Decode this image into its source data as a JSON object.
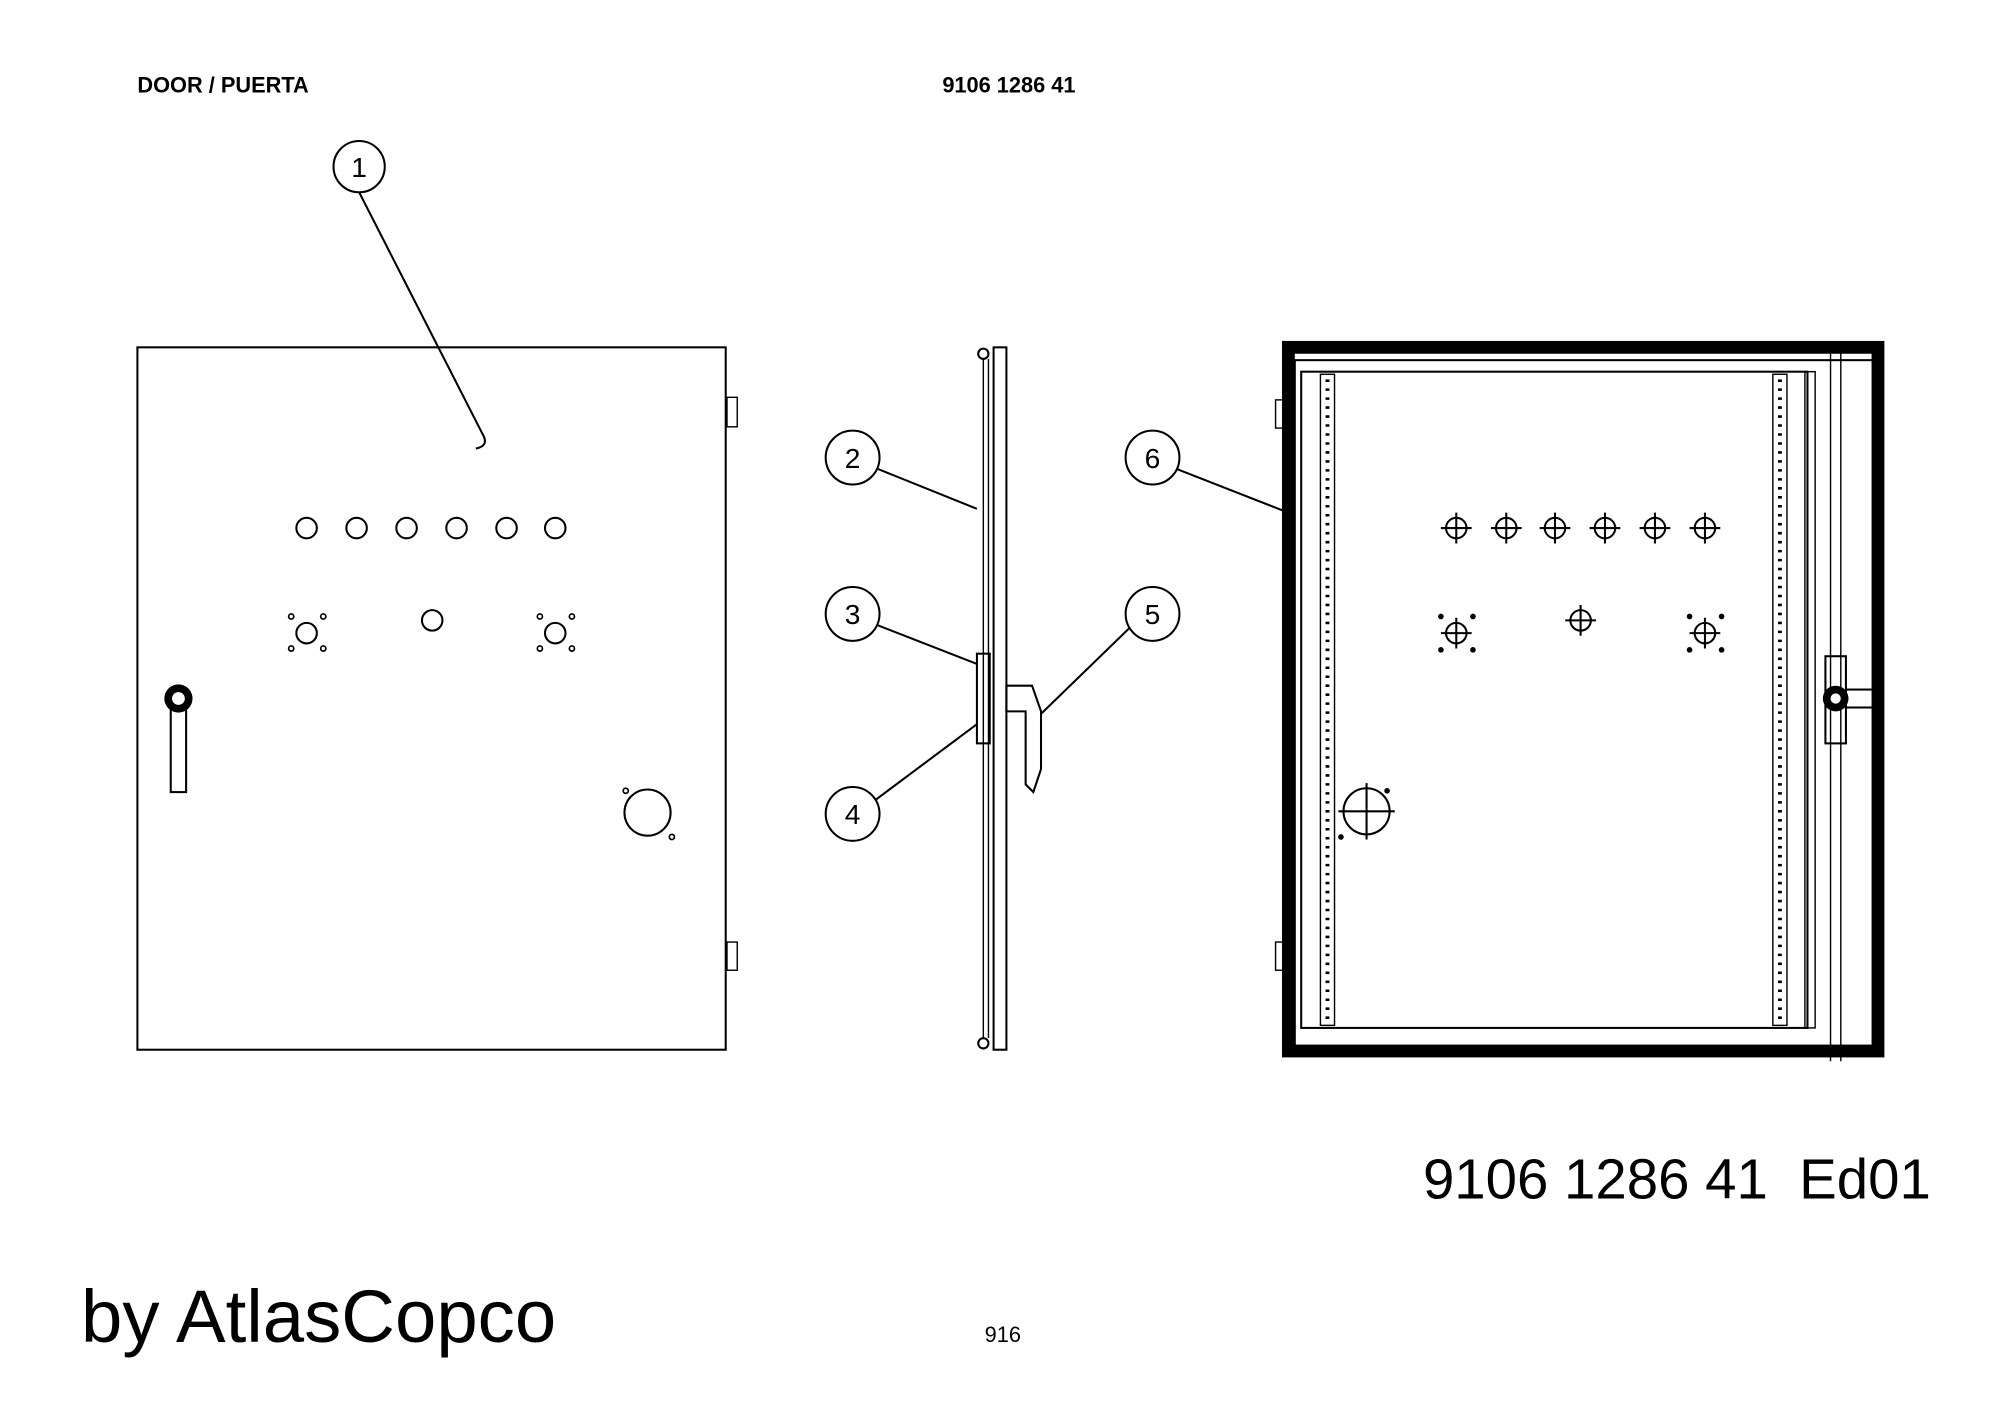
{
  "header": {
    "title": "DOOR / PUERTA",
    "part_number": "9106 1286 41"
  },
  "callouts": [
    "1",
    "2",
    "3",
    "4",
    "5",
    "6"
  ],
  "footer": {
    "drawing_number": "9106 1286 41  Ed01",
    "brand": "by AtlasCopco",
    "page_number": "916"
  },
  "colors": {
    "ink": "#000000",
    "paper": "#ffffff"
  }
}
